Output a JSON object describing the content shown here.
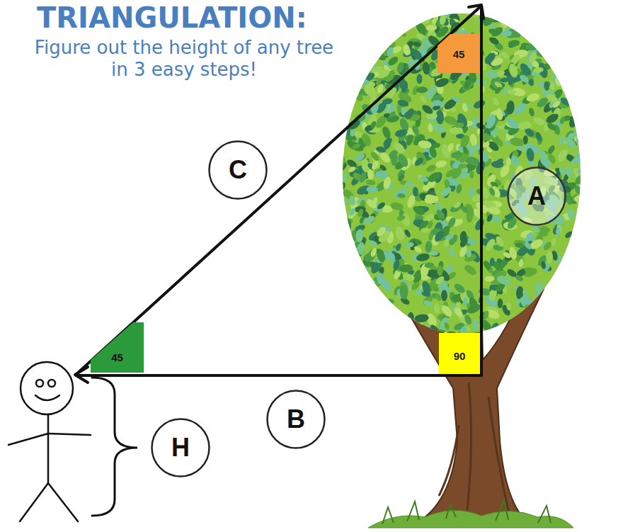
{
  "diagram": {
    "title": "TRIANGULATION:",
    "nodes": [
      {
        "text": [
          "45"
        ]
      },
      {
        "text": [
          "C"
        ]
      },
      {
        "text": [
          "A"
        ]
      },
      {
        "text": [
          "45"
        ]
      },
      {
        "text": [
          "90"
        ]
      },
      {
        "text": [
          "B"
        ]
      },
      {
        "text": [
          "H"
        ]
      }
    ],
    "labels": [
      "Figure out the height of any tree in 3 easy steps!"
    ]
  }
}
